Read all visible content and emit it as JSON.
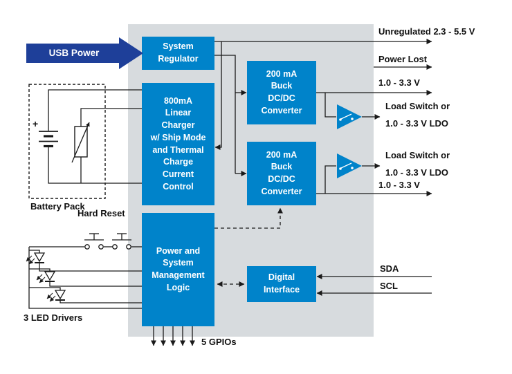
{
  "blocks": {
    "system_regulator": "System\nRegulator",
    "linear_charger": "800mA\nLinear\nCharger\nw/ Ship Mode\nand Thermal\nCharge\nCurrent\nControl",
    "buck_top": "200 mA\nBuck\nDC/DC\nConverter",
    "buck_bottom": "200 mA\nBuck\nDC/DC\nConverter",
    "power_logic": "Power and\nSystem\nManagement\nLogic",
    "digital_interface": "Digital\nInterface"
  },
  "labels": {
    "usb_power": "USB Power",
    "unregulated_out": "Unregulated 2.3 - 5.5 V",
    "power_lost": "Power Lost",
    "buck_top_out": "1.0 - 3.3 V",
    "load_switch_1_line1": "Load Switch or",
    "load_switch_1_line2": "1.0 - 3.3 V LDO",
    "load_switch_2_line1": "Load Switch or",
    "load_switch_2_line2": "1.0 - 3.3 V LDO",
    "buck_bottom_out": "1.0 - 3.3 V",
    "sda": "SDA",
    "scl": "SCL",
    "battery_pack": "Battery Pack",
    "battery_polarity": "+",
    "hard_reset": "Hard Reset",
    "led_drivers": "3 LED Drivers",
    "gpios": "5 GPIOs"
  },
  "colors": {
    "block_blue": "#0083CA",
    "usb_arrow_blue": "#1E3F99",
    "chip_gray": "#D7DBDE",
    "wire_black": "#1A1A1A"
  }
}
